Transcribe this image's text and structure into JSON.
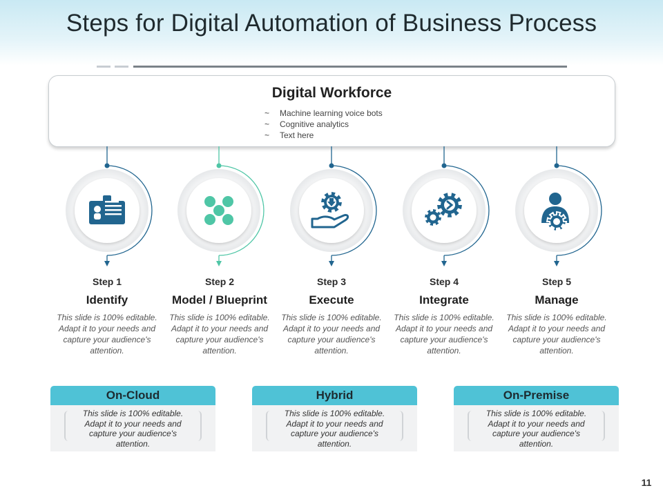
{
  "slide": {
    "title": "Steps for Digital Automation of Business Process",
    "page_number": "11"
  },
  "workforce": {
    "title": "Digital Workforce",
    "bullet_marker": "~",
    "bullets": [
      "Machine learning voice bots",
      "Cognitive analytics",
      "Text here"
    ]
  },
  "steps": [
    {
      "number": "Step 1",
      "name": "Identify",
      "description": "This slide is 100% editable. Adapt it to your needs and capture your audience's attention.",
      "icon": "id-card-icon",
      "color": "#21658f"
    },
    {
      "number": "Step 2",
      "name": "Model / Blueprint",
      "description": "This slide is 100% editable. Adapt it to your needs and capture your audience's attention.",
      "icon": "network-nodes-icon",
      "color": "#4fc6a6"
    },
    {
      "number": "Step 3",
      "name": "Execute",
      "description": "This slide is 100% editable. Adapt it to your needs and capture your audience's attention.",
      "icon": "hand-gear-icon",
      "color": "#21658f"
    },
    {
      "number": "Step 4",
      "name": "Integrate",
      "description": "This slide is 100% editable. Adapt it to your needs and capture your audience's attention.",
      "icon": "gears-icon",
      "color": "#21658f"
    },
    {
      "number": "Step 5",
      "name": "Manage",
      "description": "This slide is 100% editable. Adapt it to your needs and capture your audience's attention.",
      "icon": "person-gear-icon",
      "color": "#21658f"
    }
  ],
  "deployment": [
    {
      "title": "On-Cloud",
      "description": "This slide is 100% editable. Adapt it to your needs and capture your audience's attention."
    },
    {
      "title": "Hybrid",
      "description": "This slide is 100% editable. Adapt it to your needs and capture your audience's attention."
    },
    {
      "title": "On-Premise",
      "description": "This slide is 100% editable. Adapt it to your needs and capture your audience's attention."
    }
  ],
  "colors": {
    "dark_blue": "#21658f",
    "teal": "#4fc6a6",
    "cyan_header": "#4fc2d6",
    "light_gray": "#f1f2f3"
  }
}
